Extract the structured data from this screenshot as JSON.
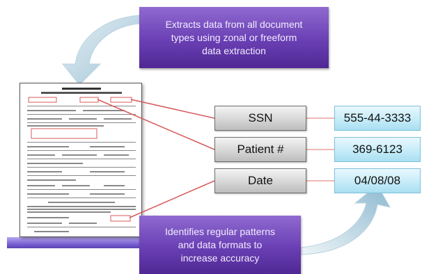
{
  "callouts": {
    "top": {
      "line1": "Extracts data from all document",
      "line2": "types using zonal or freeform",
      "line3": "data extraction"
    },
    "bottom": {
      "line1": "Identifies regular patterns",
      "line2": "and data formats to",
      "line3": "increase accuracy"
    }
  },
  "fields": [
    {
      "label": "SSN",
      "value": "555-44-3333"
    },
    {
      "label": "Patient #",
      "value": "369-6123"
    },
    {
      "label": "Date",
      "value": "04/08/08"
    }
  ],
  "colors": {
    "callout": "#6a3fb4",
    "connector": "#d85a5a",
    "value_box": "#c6ecf8",
    "arrow": "#c8dde8"
  }
}
